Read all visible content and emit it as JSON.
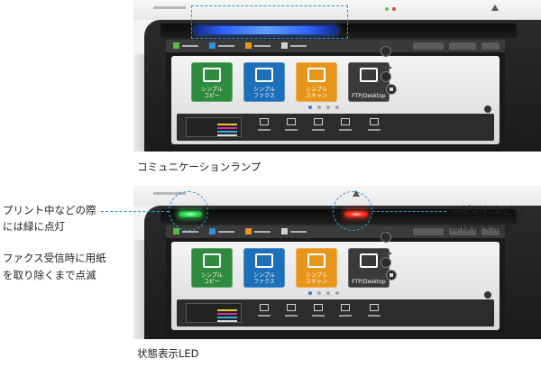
{
  "captions": {
    "communication_lamp": "コミュニケーションランプ",
    "status_led": "状態表示LED"
  },
  "annotations": {
    "green_note_line1": "プリント中などの際",
    "green_note_line2": "には緑に点灯",
    "fax_note_line1": "ファクス受信時に用紙",
    "fax_note_line2": "を取り除くまで点滅",
    "red_note_line1": "用紙切れなどの",
    "red_note_line2": "際は赤く点滅"
  },
  "screen": {
    "tiles": [
      {
        "label": "シンプル\nコピー",
        "color": "#2e8b3e"
      },
      {
        "label": "シンプル\nファクス",
        "color": "#1c6fb8"
      },
      {
        "label": "シンプル\nスキャン",
        "color": "#e8961b"
      },
      {
        "label": "FTP/Desktop",
        "color": "#3a3a3a"
      }
    ],
    "pages": 4,
    "active_page": 0
  },
  "colors": {
    "accent": "#2a9bd8",
    "communication_lamp": "#3b78ff",
    "status_led_green": "#35e35a",
    "status_led_red": "#ff3b2a"
  }
}
